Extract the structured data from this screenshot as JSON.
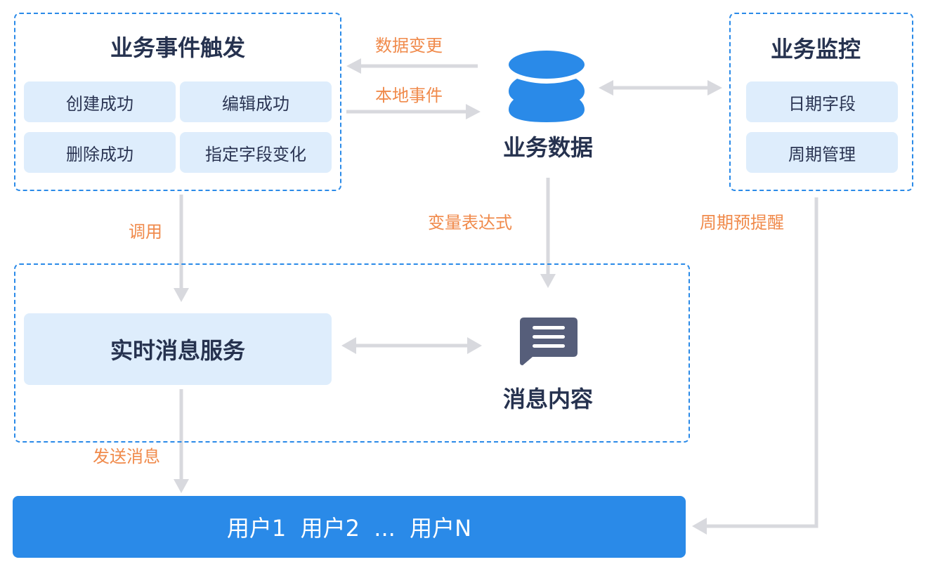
{
  "colors": {
    "accent_blue": "#2a8ae8",
    "chip_bg": "#deedfc",
    "title_text": "#26324f",
    "label_orange": "#f08a4b",
    "arrow_gray": "#d8d9de",
    "message_icon": "#565e7a"
  },
  "event_trigger": {
    "title": "业务事件触发",
    "items": [
      {
        "label": "创建成功"
      },
      {
        "label": "编辑成功"
      },
      {
        "label": "删除成功"
      },
      {
        "label": "指定字段变化"
      }
    ]
  },
  "business_data": {
    "icon": "database-icon",
    "title": "业务数据"
  },
  "monitoring": {
    "title": "业务监控",
    "items": [
      {
        "label": "日期字段"
      },
      {
        "label": "周期管理"
      }
    ]
  },
  "message_service": {
    "title": "实时消息服务"
  },
  "message_content": {
    "icon": "message-icon",
    "title": "消息内容"
  },
  "users": {
    "label": "用户1  用户2  ...  用户N"
  },
  "connectors": {
    "data_change": "数据变更",
    "local_event": "本地事件",
    "invoke": "调用",
    "variable_expression": "变量表达式",
    "periodic_reminder": "周期预提醒",
    "send_message": "发送消息"
  }
}
